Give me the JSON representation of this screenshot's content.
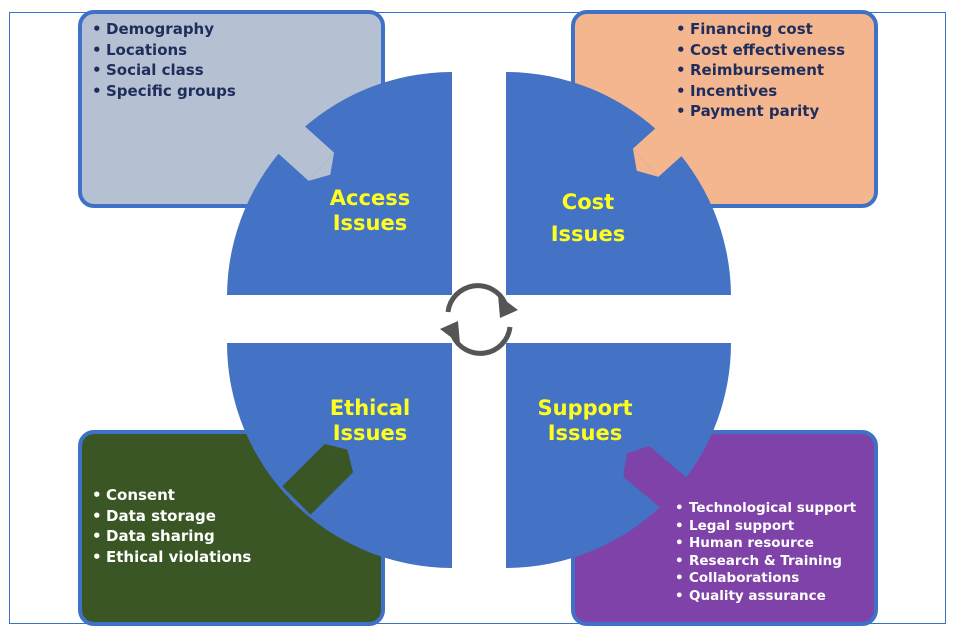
{
  "colors": {
    "frame": "#3b70c4",
    "circle": "#4472c4",
    "label": "#ffff1e",
    "access_box": "#b5c0d2",
    "cost_box": "#f4b68e",
    "ethical_box": "#395624",
    "support_box": "#7f42a8"
  },
  "access": {
    "label": "Access\nIssues",
    "items": [
      "Demography",
      "Locations",
      "Social class",
      "Specific groups"
    ]
  },
  "cost": {
    "label": "Cost\nIssues",
    "items": [
      "Financing cost",
      "Cost effectiveness",
      "Reimbursement",
      "Incentives",
      "Payment parity"
    ]
  },
  "ethical": {
    "label": "Ethical\nIssues",
    "items": [
      "Consent",
      "Data storage",
      "Data sharing",
      "Ethical violations"
    ]
  },
  "support": {
    "label": "Support\nIssues",
    "items": [
      "Technological support",
      "Legal support",
      "Human resource",
      "Research & Training",
      "Collaborations",
      "Quality assurance"
    ]
  },
  "center": {
    "icon": "cycle-arrows-icon"
  }
}
